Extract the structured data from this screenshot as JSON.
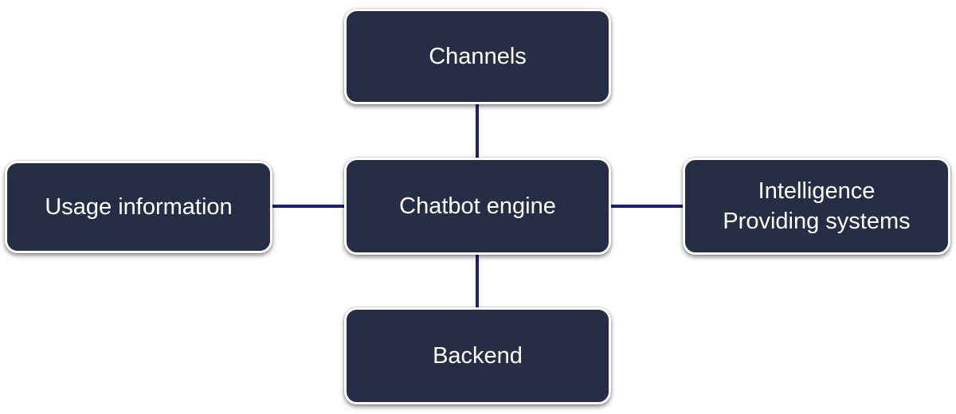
{
  "colors": {
    "node_fill": "#252e45",
    "connector": "#1a1f80",
    "text": "#ffffff"
  },
  "nodes": {
    "channels": {
      "label": "Channels"
    },
    "chatbot_engine": {
      "label": "Chatbot engine"
    },
    "backend": {
      "label": "Backend"
    },
    "usage_information": {
      "label": "Usage information"
    },
    "intelligence": {
      "line1": "Intelligence",
      "line2": "Providing systems"
    }
  },
  "edges": [
    {
      "from": "chatbot_engine",
      "to": "channels"
    },
    {
      "from": "chatbot_engine",
      "to": "backend"
    },
    {
      "from": "chatbot_engine",
      "to": "usage_information"
    },
    {
      "from": "chatbot_engine",
      "to": "intelligence"
    }
  ]
}
